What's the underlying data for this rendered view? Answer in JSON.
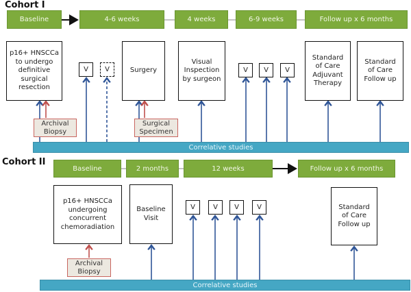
{
  "cohort1": {
    "title": "Cohort I",
    "phases": [
      "Baseline",
      "4-6 weeks",
      "4 weeks",
      "6-9  weeks",
      "Follow up x 6 months"
    ],
    "boxes": {
      "entry": "p16+ HNSCCa\nto undergo\ndefinitive\nsurgical\nresection",
      "surgery": "Surgery",
      "inspection": "Visual\nInspection\nby surgeon",
      "adjuvant": "Standard\nof Care\nAdjuvant\nTherapy",
      "followup": "Standard\nof Care\nFollow up"
    },
    "visit_label": "V",
    "samples": {
      "archival": "Archival\nBiopsy",
      "specimen": "Surgical\nSpecimen"
    },
    "correlative": "Correlative studies"
  },
  "cohort2": {
    "title": "Cohort II",
    "phases": [
      "Baseline",
      "2 months",
      "12 weeks",
      "Follow up x 6 months"
    ],
    "boxes": {
      "entry": "p16+ HNSCCa\nundergoing\nconcurrent\nchemoradiation",
      "baseline": "Baseline\nVisit",
      "followup": "Standard\nof Care\nFollow up"
    },
    "visit_label": "V",
    "samples": {
      "archival": "Archival\nBiopsy"
    },
    "correlative": "Correlative studies"
  },
  "colors": {
    "phase": "#7eab3c",
    "correlative": "#45a7c4",
    "arrow_blue": "#2f5597",
    "arrow_red": "#c0504d"
  }
}
